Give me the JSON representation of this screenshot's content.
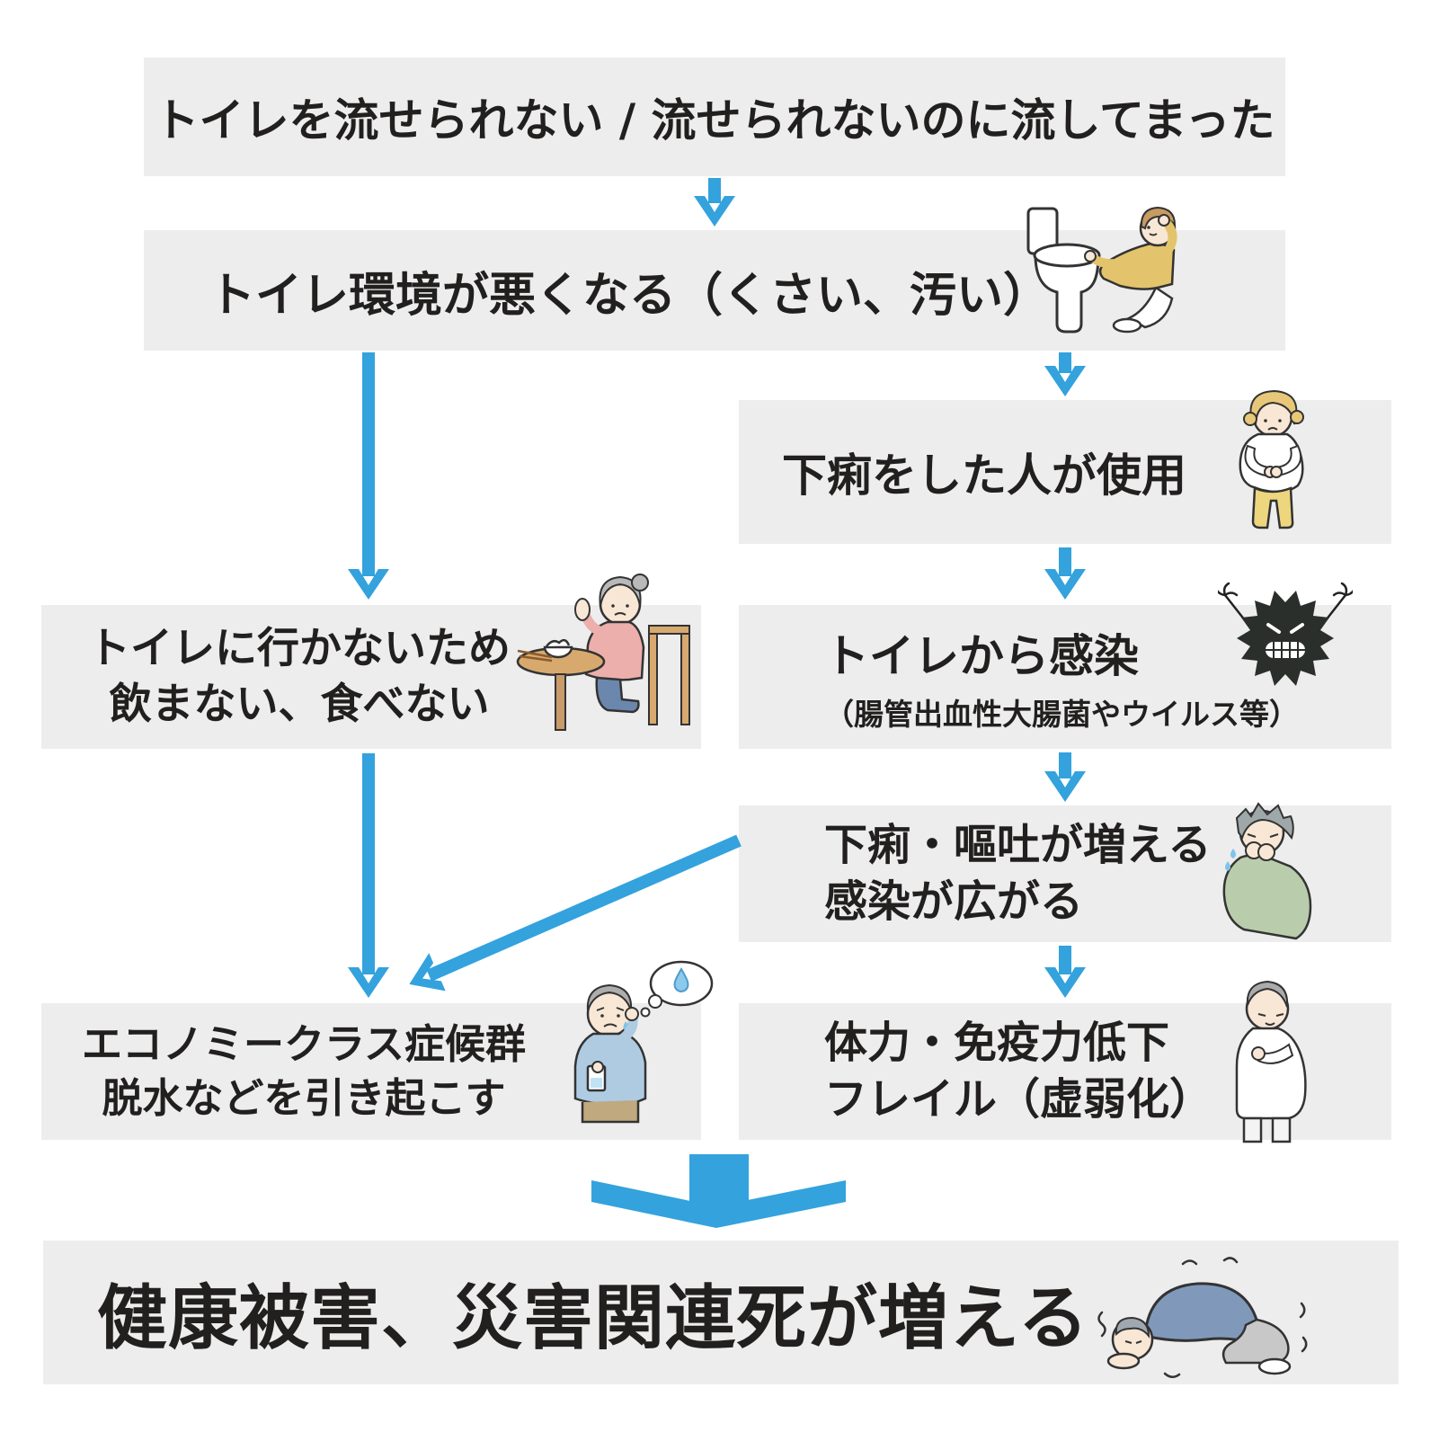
{
  "diagram_title": "トイレを流せない場合の健康被害フロー",
  "colors": {
    "arrow_blue": "#33a2dd",
    "box_gray": "#ededed",
    "text_black": "#221f1f"
  },
  "boxes": {
    "cannot_flush": {
      "text": "トイレを流せられない / 流せられないのに流してまった"
    },
    "environment_worsens": {
      "text": "トイレ環境が悪くなる（くさい、汚い）",
      "icon": "person-despairing-at-toilet-icon"
    },
    "diarrhea_person_uses": {
      "text": "下痢をした人が使用",
      "icon": "person-stomachache-icon"
    },
    "infection_from_toilet": {
      "text": "トイレから感染",
      "note": "（腸管出血性大腸菌やウイルス等）",
      "icon": "germ-icon"
    },
    "no_toilet_no_eat": {
      "lines": [
        "トイレに行かないため",
        "飲まない、食べない"
      ],
      "icon": "elderly-woman-refusing-meal-icon"
    },
    "vomit_spread": {
      "lines": [
        "下痢・嘔吐が増える",
        "感染が広がる"
      ],
      "icon": "person-sick-covering-mouth-icon"
    },
    "economy_class": {
      "lines": [
        "エコノミークラス症候群",
        "脱水などを引き起こす"
      ],
      "icon": "dehydrated-elderly-man-icon"
    },
    "frailty": {
      "lines": [
        "体力・免疫力低下",
        "フレイル（虚弱化）"
      ],
      "icon": "weakened-person-icon"
    },
    "final_outcome": {
      "text": "健康被害、災害関連死が増える",
      "icon": "collapsed-person-icon"
    }
  }
}
